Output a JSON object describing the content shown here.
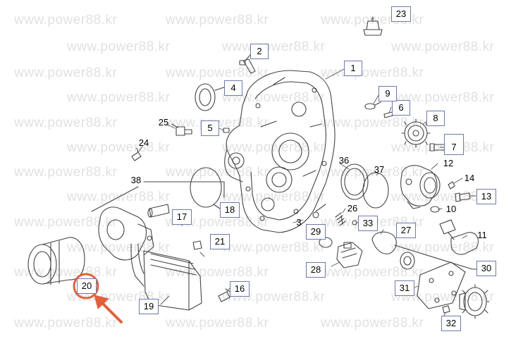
{
  "watermark": "www.power88.kr",
  "callouts": [
    "1",
    "2",
    "3",
    "4",
    "5",
    "6",
    "7",
    "8",
    "9",
    "10",
    "11",
    "12",
    "13",
    "14",
    "16",
    "17",
    "18",
    "19",
    "20",
    "21",
    "23",
    "24",
    "25",
    "26",
    "27",
    "28",
    "29",
    "30",
    "31",
    "32",
    "33",
    "36",
    "37",
    "38"
  ],
  "highlight": {
    "color": "#e0623d"
  }
}
